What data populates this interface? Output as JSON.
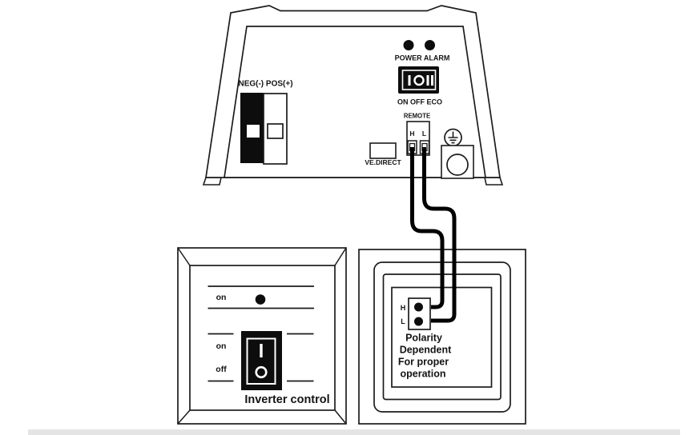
{
  "colors": {
    "ink": "#1c1c1c",
    "solid": "#0d0d0d",
    "paper": "#ffffff",
    "footer_bar": "#e4e4e4"
  },
  "inverter": {
    "dc_terminals_label": "NEG(-) POS(+)",
    "indicator_label": "POWER ALARM",
    "power_switch": {
      "positions": [
        "I",
        "O",
        "II"
      ],
      "legend": "ON OFF ECO"
    },
    "remote": {
      "label": "REMOTE",
      "pin_h": "H",
      "pin_l": "L"
    },
    "data_port_label": "VE.DIRECT"
  },
  "remote_panel": {
    "indicator_label": "on",
    "switch_on_label": "on",
    "switch_off_label": "off",
    "rocker_positions": [
      "I",
      "O"
    ],
    "title": "Inverter control"
  },
  "wall_plate": {
    "pin_h": "H",
    "pin_l": "L",
    "note": [
      "Polarity",
      "Dependent",
      "For proper",
      "operation"
    ]
  }
}
